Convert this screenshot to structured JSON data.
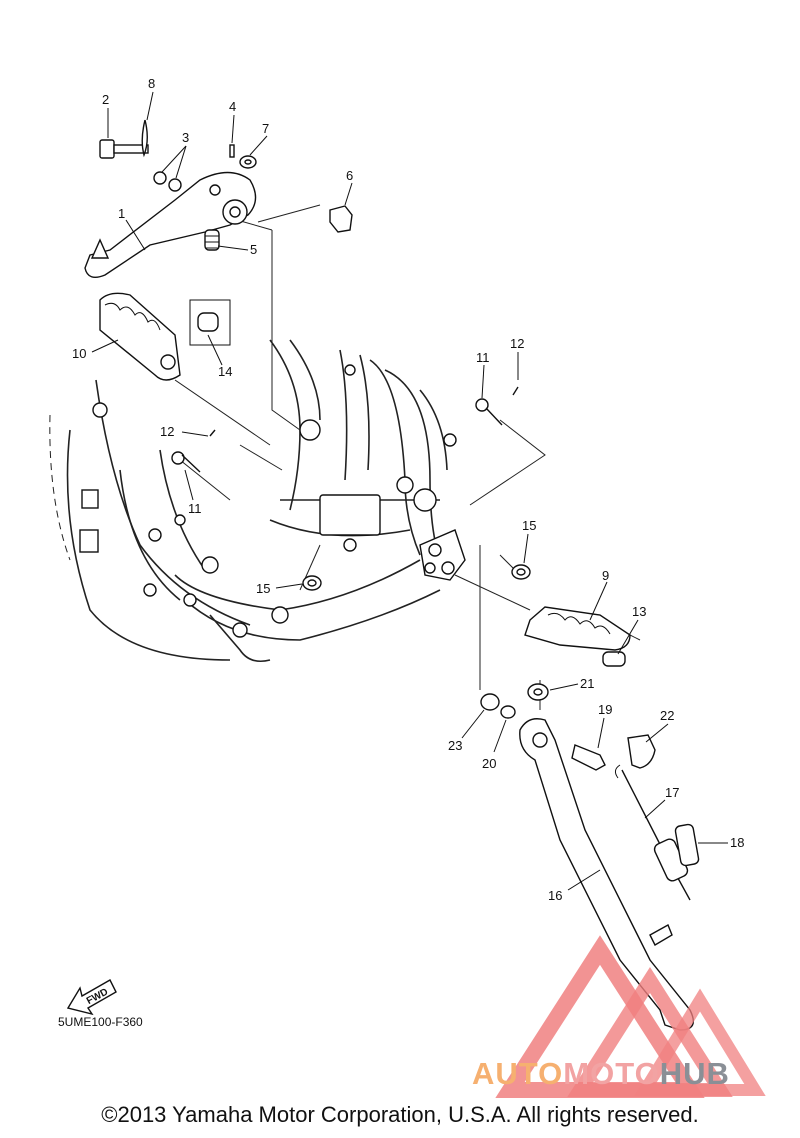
{
  "diagram": {
    "code": "5UME100-F360",
    "fwd_label": "FWD",
    "copyright": "©2013 Yamaha Motor Corporation, U.S.A. All rights reserved."
  },
  "watermark": {
    "brand_auto": "AUTO",
    "brand_moto": "MOTO",
    "brand_hub": "HUB",
    "colors": {
      "auto": "#f6b070",
      "moto": "#f2a3a3",
      "hub": "#8a8f96",
      "triangle": "#f08080"
    }
  },
  "callouts": [
    "1",
    "2",
    "3",
    "4",
    "5",
    "6",
    "7",
    "8",
    "10",
    "14",
    "11",
    "12",
    "12",
    "11",
    "15",
    "15",
    "9",
    "13",
    "21",
    "19",
    "22",
    "23",
    "20",
    "17",
    "18",
    "16"
  ]
}
